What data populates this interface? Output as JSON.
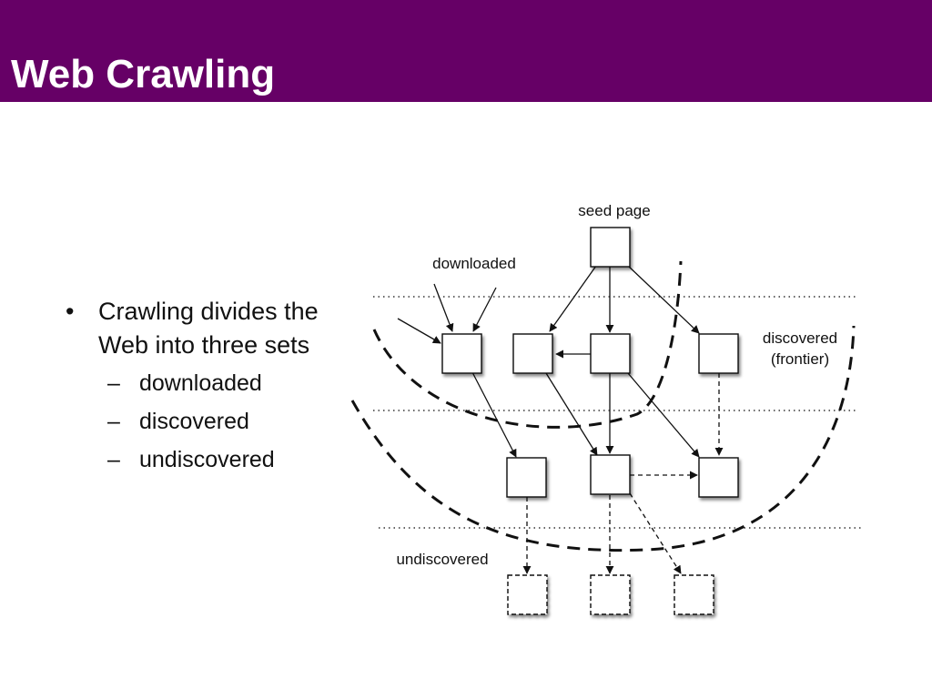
{
  "slide": {
    "title": "Web Crawling",
    "bullet_main": "Crawling divides the Web into three sets",
    "bullet_glyph": "•",
    "sub_glyph": "–",
    "sub_bullets": [
      "downloaded",
      "discovered",
      "undiscovered"
    ]
  },
  "diagram": {
    "labels": {
      "seed_page": "seed page",
      "downloaded": "downloaded",
      "discovered_line1": "discovered",
      "discovered_line2": "(frontier)",
      "undiscovered": "undiscovered"
    }
  },
  "colors": {
    "title_bar": "#660066",
    "title_text": "#ffffff",
    "ink": "#111111"
  }
}
